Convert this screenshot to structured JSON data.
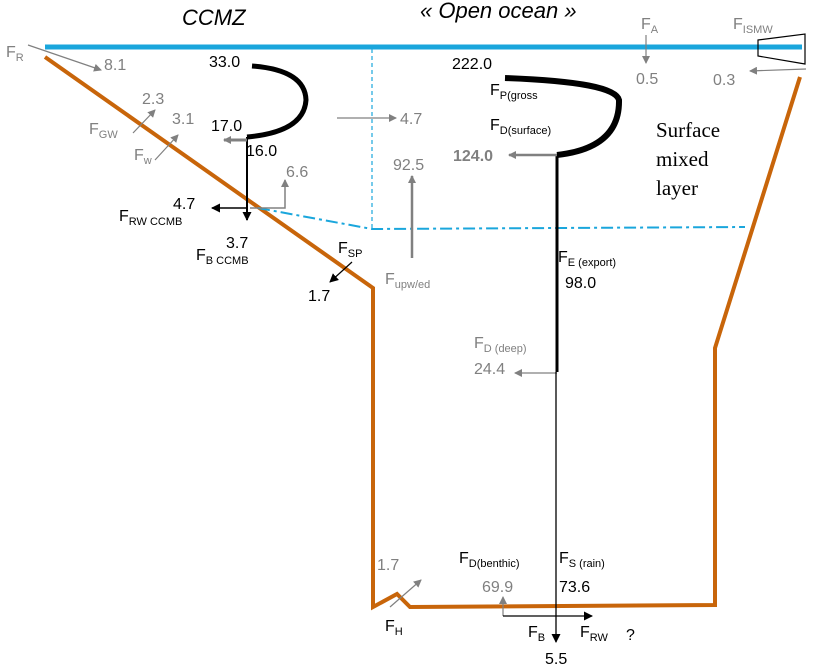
{
  "titles": {
    "ccmz": "CCMZ",
    "open_ocean": "« Open ocean »"
  },
  "layer_label": [
    "Surface",
    "mixed",
    "layer"
  ],
  "colors": {
    "surface": "#1aa6dc",
    "seafloor": "#c8650a",
    "flux_gray": "#808080",
    "flux_black": "#000000"
  },
  "fluxes": {
    "FR": {
      "main": "F",
      "sub": "R",
      "value": "8.1"
    },
    "FGW": {
      "main": "F",
      "sub": "GW",
      "value": "2.3"
    },
    "Fw": {
      "main": "F",
      "sub": "w",
      "value": "3.1"
    },
    "ccmz_gross": {
      "value": "33.0"
    },
    "ccmz_surface": {
      "value": "17.0"
    },
    "ccmz_export": {
      "value": "16.0"
    },
    "ccmz_lateral": {
      "value": "4.7"
    },
    "ccmz_up": {
      "value": "6.6"
    },
    "FRW_CCMB": {
      "main": "F",
      "sub": "RW CCMB",
      "value": "4.7"
    },
    "FB_CCMB": {
      "main": "F",
      "sub": "B CCMB",
      "value": "3.7"
    },
    "FSP": {
      "main": "F",
      "sub": "SP",
      "value": "1.7"
    },
    "Fupw": {
      "main": "F",
      "sub": "upw/ed",
      "value": "92.5"
    },
    "FP": {
      "main": "F",
      "sub": "P(gross",
      "value": "222.0"
    },
    "FD_surface": {
      "main": "F",
      "sub": "D(surface)",
      "value": "124.0"
    },
    "FA": {
      "main": "F",
      "sub": "A",
      "value": "0.5"
    },
    "FISMW": {
      "main": "F",
      "sub": "ISMW",
      "value": "0.3"
    },
    "FE": {
      "main": "F",
      "sub": "E (export)",
      "value": "98.0"
    },
    "FD_deep": {
      "main": "F",
      "sub": "D (deep)",
      "value": "24.4"
    },
    "FH": {
      "main": "F",
      "sub": "H",
      "value": "1.7"
    },
    "FD_benthic": {
      "main": "F",
      "sub": "D(benthic)",
      "value": "69.9"
    },
    "FS_rain": {
      "main": "F",
      "sub": "S (rain)",
      "value": "73.6"
    },
    "FB": {
      "main": "F",
      "sub": "B",
      "value": "5.5"
    },
    "FRW": {
      "main": "F",
      "sub": "RW",
      "value": "?"
    }
  }
}
